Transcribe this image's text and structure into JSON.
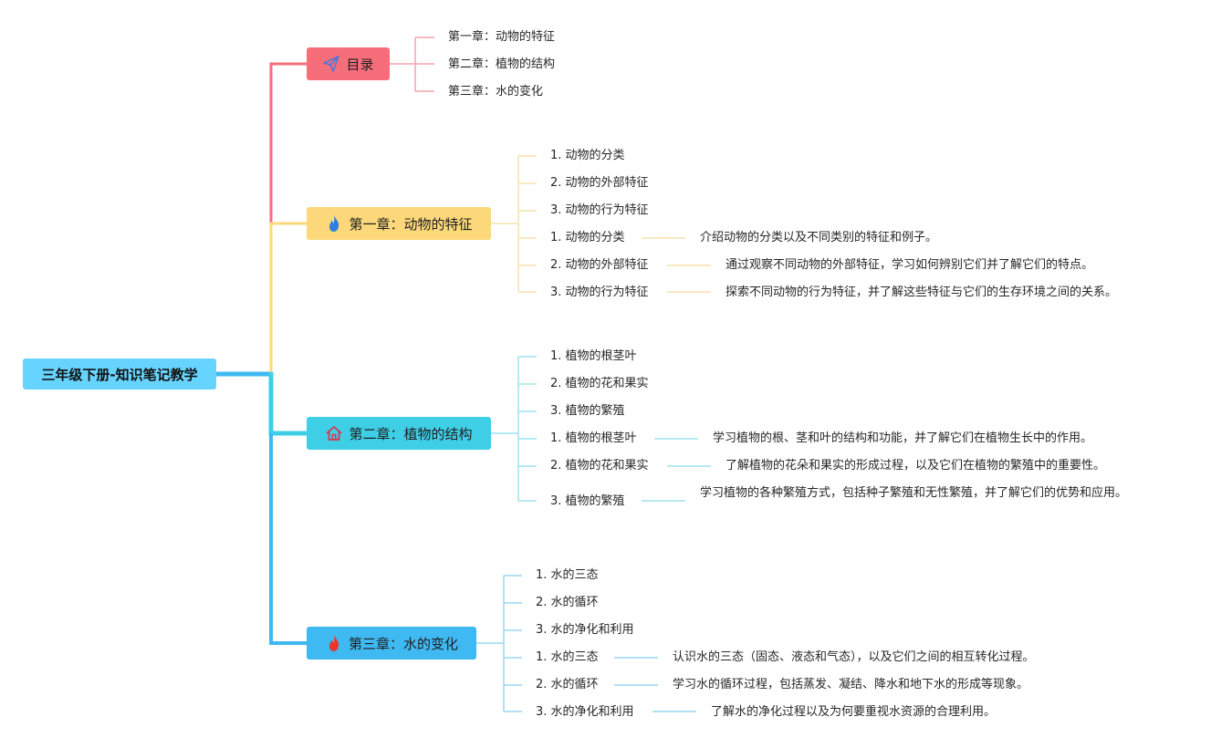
{
  "root": {
    "label": "三年级下册-知识笔记教学"
  },
  "toc": {
    "label": "目录",
    "icon": "paper-plane-icon",
    "items": [
      "第一章：动物的特征",
      "第二章：植物的结构",
      "第三章：水的变化"
    ]
  },
  "chapters": [
    {
      "label": "第一章：动物的特征",
      "icon": "blue-flame-icon",
      "items": [
        "1. 动物的分类",
        "2. 动物的外部特征",
        "3. 动物的行为特征"
      ],
      "details": [
        {
          "label": "1. 动物的分类",
          "desc": "介绍动物的分类以及不同类别的特征和例子。"
        },
        {
          "label": "2. 动物的外部特征",
          "desc": "通过观察不同动物的外部特征，学习如何辨别它们并了解它们的特点。"
        },
        {
          "label": "3. 动物的行为特征",
          "desc": "探索不同动物的行为特征，并了解这些特征与它们的生存环境之间的关系。"
        }
      ]
    },
    {
      "label": "第二章：植物的结构",
      "icon": "house-icon",
      "items": [
        "1. 植物的根茎叶",
        "2. 植物的花和果实",
        "3. 植物的繁殖"
      ],
      "details": [
        {
          "label": "1. 植物的根茎叶",
          "desc": "学习植物的根、茎和叶的结构和功能，并了解它们在植物生长中的作用。"
        },
        {
          "label": "2. 植物的花和果实",
          "desc": "了解植物的花朵和果实的形成过程，以及它们在植物的繁殖中的重要性。"
        },
        {
          "label": "3. 植物的繁殖",
          "desc": "学习植物的各种繁殖方式，包括种子繁殖和无性繁殖，并了解它们的优势和应用。"
        }
      ]
    },
    {
      "label": "第三章：水的变化",
      "icon": "red-flame-icon",
      "items": [
        "1. 水的三态",
        "2. 水的循环",
        "3. 水的净化和利用"
      ],
      "details": [
        {
          "label": "1. 水的三态",
          "desc": "认识水的三态（固态、液态和气态），以及它们之间的相互转化过程。"
        },
        {
          "label": "2. 水的循环",
          "desc": "学习水的循环过程，包括蒸发、凝结、降水和地下水的形成等现象。"
        },
        {
          "label": "3. 水的净化和利用",
          "desc": "了解水的净化过程以及为何要重视水资源的合理利用。"
        }
      ]
    }
  ],
  "colors": {
    "root": "#67d4ff",
    "toc": "#f76e7b",
    "ch1": "#fcd87b",
    "ch2": "#3ecfe6",
    "ch3": "#3fb9f2"
  }
}
